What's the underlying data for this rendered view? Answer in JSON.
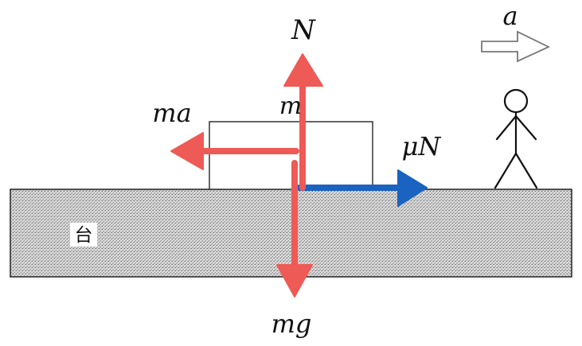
{
  "labels": {
    "normal_force": "N",
    "block_mass": "m",
    "inertial_force": "ma",
    "friction_force": "μN",
    "gravity_force": "mg",
    "acceleration": "a",
    "stage": "台"
  },
  "colors": {
    "red_force": "#ee5a56",
    "blue_force": "#1a63c0",
    "outline": "#333333",
    "hollow_arrow": "#777777",
    "stage_fill": "#c4c4c4"
  },
  "icons": {
    "observer": "stick-figure-icon",
    "acceleration_indicator": "hollow-arrow-right-icon"
  }
}
